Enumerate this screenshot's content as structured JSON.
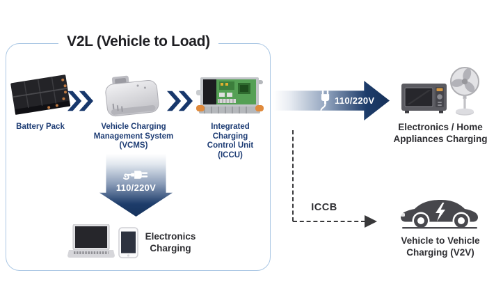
{
  "diagram_title": "V2L (Vehicle to Load)",
  "panel": {
    "battery": {
      "label": "Battery Pack"
    },
    "vcms": {
      "lines": [
        "Vehicle Charging",
        "Management System",
        "(VCMS)"
      ]
    },
    "iccu": {
      "lines": [
        "Integrated Charging",
        "Control Unit",
        "(ICCU)"
      ]
    },
    "down_arrow": {
      "voltage": "110/220V"
    },
    "electronics": {
      "lines": [
        "Electronics",
        "Charging"
      ]
    }
  },
  "right_section": {
    "appliance_arrow": {
      "voltage": "110/220V"
    },
    "appliances": {
      "lines": [
        "Electronics / Home",
        "Appliances Charging"
      ]
    },
    "iccb_label": "ICCB",
    "v2v": {
      "lines": [
        "Vehicle to Vehicle",
        "Charging (V2V)"
      ]
    }
  },
  "colors": {
    "label_navy": "#1d3c74",
    "arrow_navy": "#17376b",
    "arrow_gradient_dark": "#16335d",
    "panel_border": "#aac7e4",
    "dark_text": "#2e2e32",
    "connector_dark": "#38383a",
    "title_dark": "#1e1e22"
  }
}
